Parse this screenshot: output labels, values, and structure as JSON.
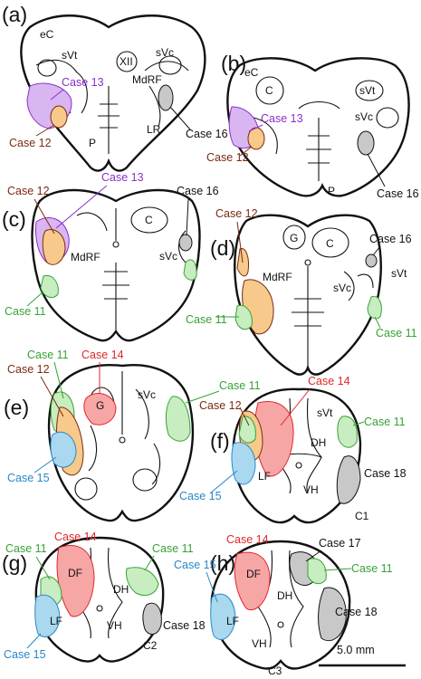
{
  "colors": {
    "case11": "#35a335",
    "case12": "#7a2b10",
    "case13": "#8a2fc8",
    "case14": "#e0262b",
    "case15": "#2a87c8",
    "case16": "#111111",
    "case17": "#111111",
    "case18": "#111111",
    "fill11": "#c8edc0",
    "fill12": "#f7c98a",
    "fill13": "#d9b6f2",
    "fill14": "#f7a6a6",
    "fill15": "#a9d8ef",
    "fill16": "#c8c8c8"
  },
  "panels": {
    "a": {
      "letter": "(a)",
      "eC": "eC",
      "sVt": "sVt",
      "XII": "XII",
      "sVc": "sVc",
      "MdRF": "MdRF",
      "LR": "LR",
      "P": "P",
      "case13": "Case 13",
      "case12": "Case 12",
      "case16": "Case 16"
    },
    "b": {
      "letter": "(b)",
      "eC": "eC",
      "C": "C",
      "sVt": "sVt",
      "sVc": "sVc",
      "P": "P",
      "case13": "Case 13",
      "case12": "Case 12",
      "case16": "Case 16"
    },
    "c": {
      "letter": "(c)",
      "C": "C",
      "MdRF": "MdRF",
      "sVc": "sVc",
      "case12": "Case 12",
      "case13": "Case 13",
      "case16": "Case 16",
      "case11": "Case 11"
    },
    "d": {
      "letter": "(d)",
      "G": "G",
      "C": "C",
      "MdRF": "MdRF",
      "sVc": "sVc",
      "sVt": "sVt",
      "case12": "Case 12",
      "case16": "Case 16",
      "case11a": "Case 11",
      "case11b": "Case 11"
    },
    "e": {
      "letter": "(e)",
      "G": "G",
      "sVc": "sVc",
      "case11a": "Case 11",
      "case14": "Case 14",
      "case12": "Case 12",
      "case11b": "Case 11",
      "case15": "Case 15"
    },
    "f": {
      "letter": "(f)",
      "case14": "Case 14",
      "case12": "Case 12",
      "case11": "Case 11",
      "sVt": "sVt",
      "DH": "DH",
      "LF": "LF",
      "VH": "VH",
      "case15": "Case 15",
      "case18": "Case 18",
      "level": "C1"
    },
    "g": {
      "letter": "(g)",
      "case14": "Case 14",
      "case11a": "Case 11",
      "case11b": "Case 11",
      "DF": "DF",
      "DH": "DH",
      "LF": "LF",
      "VH": "VH",
      "case15": "Case 15",
      "case18": "Case 18",
      "level": "C2"
    },
    "h": {
      "letter": "(h)",
      "case14": "Case 14",
      "case17": "Case 17",
      "case11": "Case 11",
      "case15": "Case 15",
      "DF": "DF",
      "DH": "DH",
      "LF": "LF",
      "VH": "VH",
      "case18": "Case 18",
      "level": "C3"
    }
  },
  "scale_bar": {
    "label": "5.0 mm"
  }
}
